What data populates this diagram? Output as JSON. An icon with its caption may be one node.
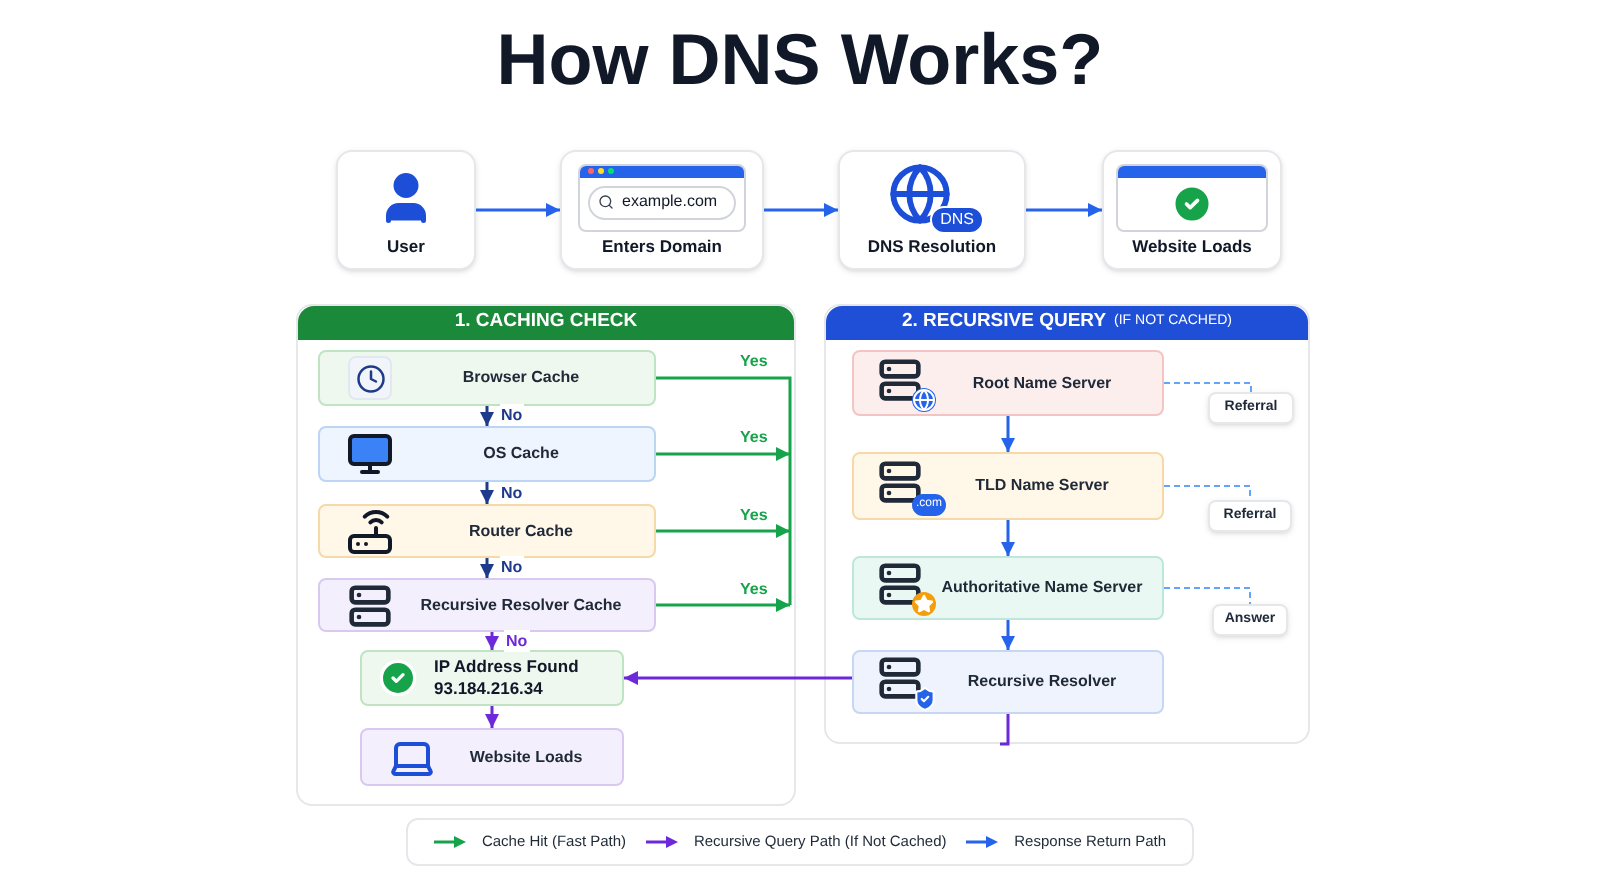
{
  "diagram": {
    "title": "How **DNS** Works?",
    "nodes": [
      {
        "text": [
          "User"
        ]
      },
      {
        "text": [
          "example.com",
          "Enters Domain"
        ]
      },
      {
        "text": [
          "DNS",
          "DNS Resolution"
        ]
      },
      {
        "text": [
          "Website Loads"
        ]
      },
      {
        "text": [
          "1. CACHING CHECK"
        ]
      },
      {
        "text": [
          "Browser Cache"
        ],
        "in": 4
      },
      {
        "text": [
          "OS Cache"
        ],
        "in": 4
      },
      {
        "text": [
          "Router Cache"
        ],
        "in": 4
      },
      {
        "text": [
          "Recursive Resolver Cache"
        ],
        "in": 4
      },
      {
        "text": [
          "IP Address Found",
          "93.184.216.34"
        ],
        "in": 4
      },
      {
        "text": [
          "Website Loads"
        ],
        "in": 4
      },
      {
        "text": [
          "2. RECURSIVE QUERY",
          "(IF NOT CACHED)"
        ]
      },
      {
        "text": [
          "Root Name Server"
        ],
        "in": 11
      },
      {
        "text": [
          ".com",
          "TLD Name Server"
        ],
        "in": 11
      },
      {
        "text": [
          "Authoritative Name Server"
        ],
        "in": 11
      },
      {
        "text": [
          "Recursive Resolver"
        ],
        "in": 11
      },
      {
        "text": [
          "Referral"
        ],
        "in": 11
      },
      {
        "text": [
          "Referral"
        ],
        "in": 11
      },
      {
        "text": [
          "Answer"
        ],
        "in": 11
      }
    ],
    "edges": [
      {
        "from": 0,
        "to": 1,
        "arrow": "to"
      },
      {
        "from": 1,
        "to": 2,
        "arrow": "to"
      },
      {
        "from": 2,
        "to": 3,
        "arrow": "to"
      },
      {
        "from": 5,
        "to": 6,
        "arrow": "to",
        "label": "No",
        "color": "#1e3a8a"
      },
      {
        "from": 6,
        "to": 7,
        "arrow": "to",
        "label": "No",
        "color": "#1e3a8a"
      },
      {
        "from": 7,
        "to": 8,
        "arrow": "to",
        "label": "No",
        "color": "#1e3a8a"
      },
      {
        "from": 8,
        "to": 9,
        "arrow": "to",
        "label": "No",
        "color": "#6d28d9"
      },
      {
        "from": 9,
        "to": 10,
        "arrow": "to",
        "color": "#6d28d9"
      },
      {
        "from": 5,
        "to": null,
        "arrow": "none",
        "label": "Yes",
        "color": "#16a34a"
      },
      {
        "from": 6,
        "to": null,
        "arrow": "to",
        "label": "Yes",
        "color": "#16a34a"
      },
      {
        "from": 7,
        "to": null,
        "arrow": "to",
        "label": "Yes",
        "color": "#16a34a"
      },
      {
        "from": 8,
        "to": null,
        "arrow": "to",
        "label": "Yes",
        "color": "#16a34a"
      },
      {
        "from": 12,
        "to": 13,
        "arrow": "to"
      },
      {
        "from": 13,
        "to": 14,
        "arrow": "to"
      },
      {
        "from": 14,
        "to": 15,
        "arrow": "to"
      },
      {
        "from": 15,
        "to": 9,
        "arrow": "to",
        "color": "#6d28d9"
      },
      {
        "from": 15,
        "to": null,
        "arrow": "none",
        "color": "#6d28d9"
      },
      {
        "from": 12,
        "to": 16,
        "arrow": "none",
        "style": "dashed",
        "color": "#60a5fa"
      },
      {
        "from": 13,
        "to": 17,
        "arrow": "none",
        "style": "dashed",
        "color": "#60a5fa"
      },
      {
        "from": 14,
        "to": 18,
        "arrow": "none",
        "style": "dashed",
        "color": "#60a5fa"
      }
    ],
    "legend": [
      {
        "text": "Cache Hit (Fast Path)"
      },
      {
        "text": "Recursive Query Path (If Not Cached)"
      },
      {
        "text": "Response Return Path"
      }
    ]
  }
}
